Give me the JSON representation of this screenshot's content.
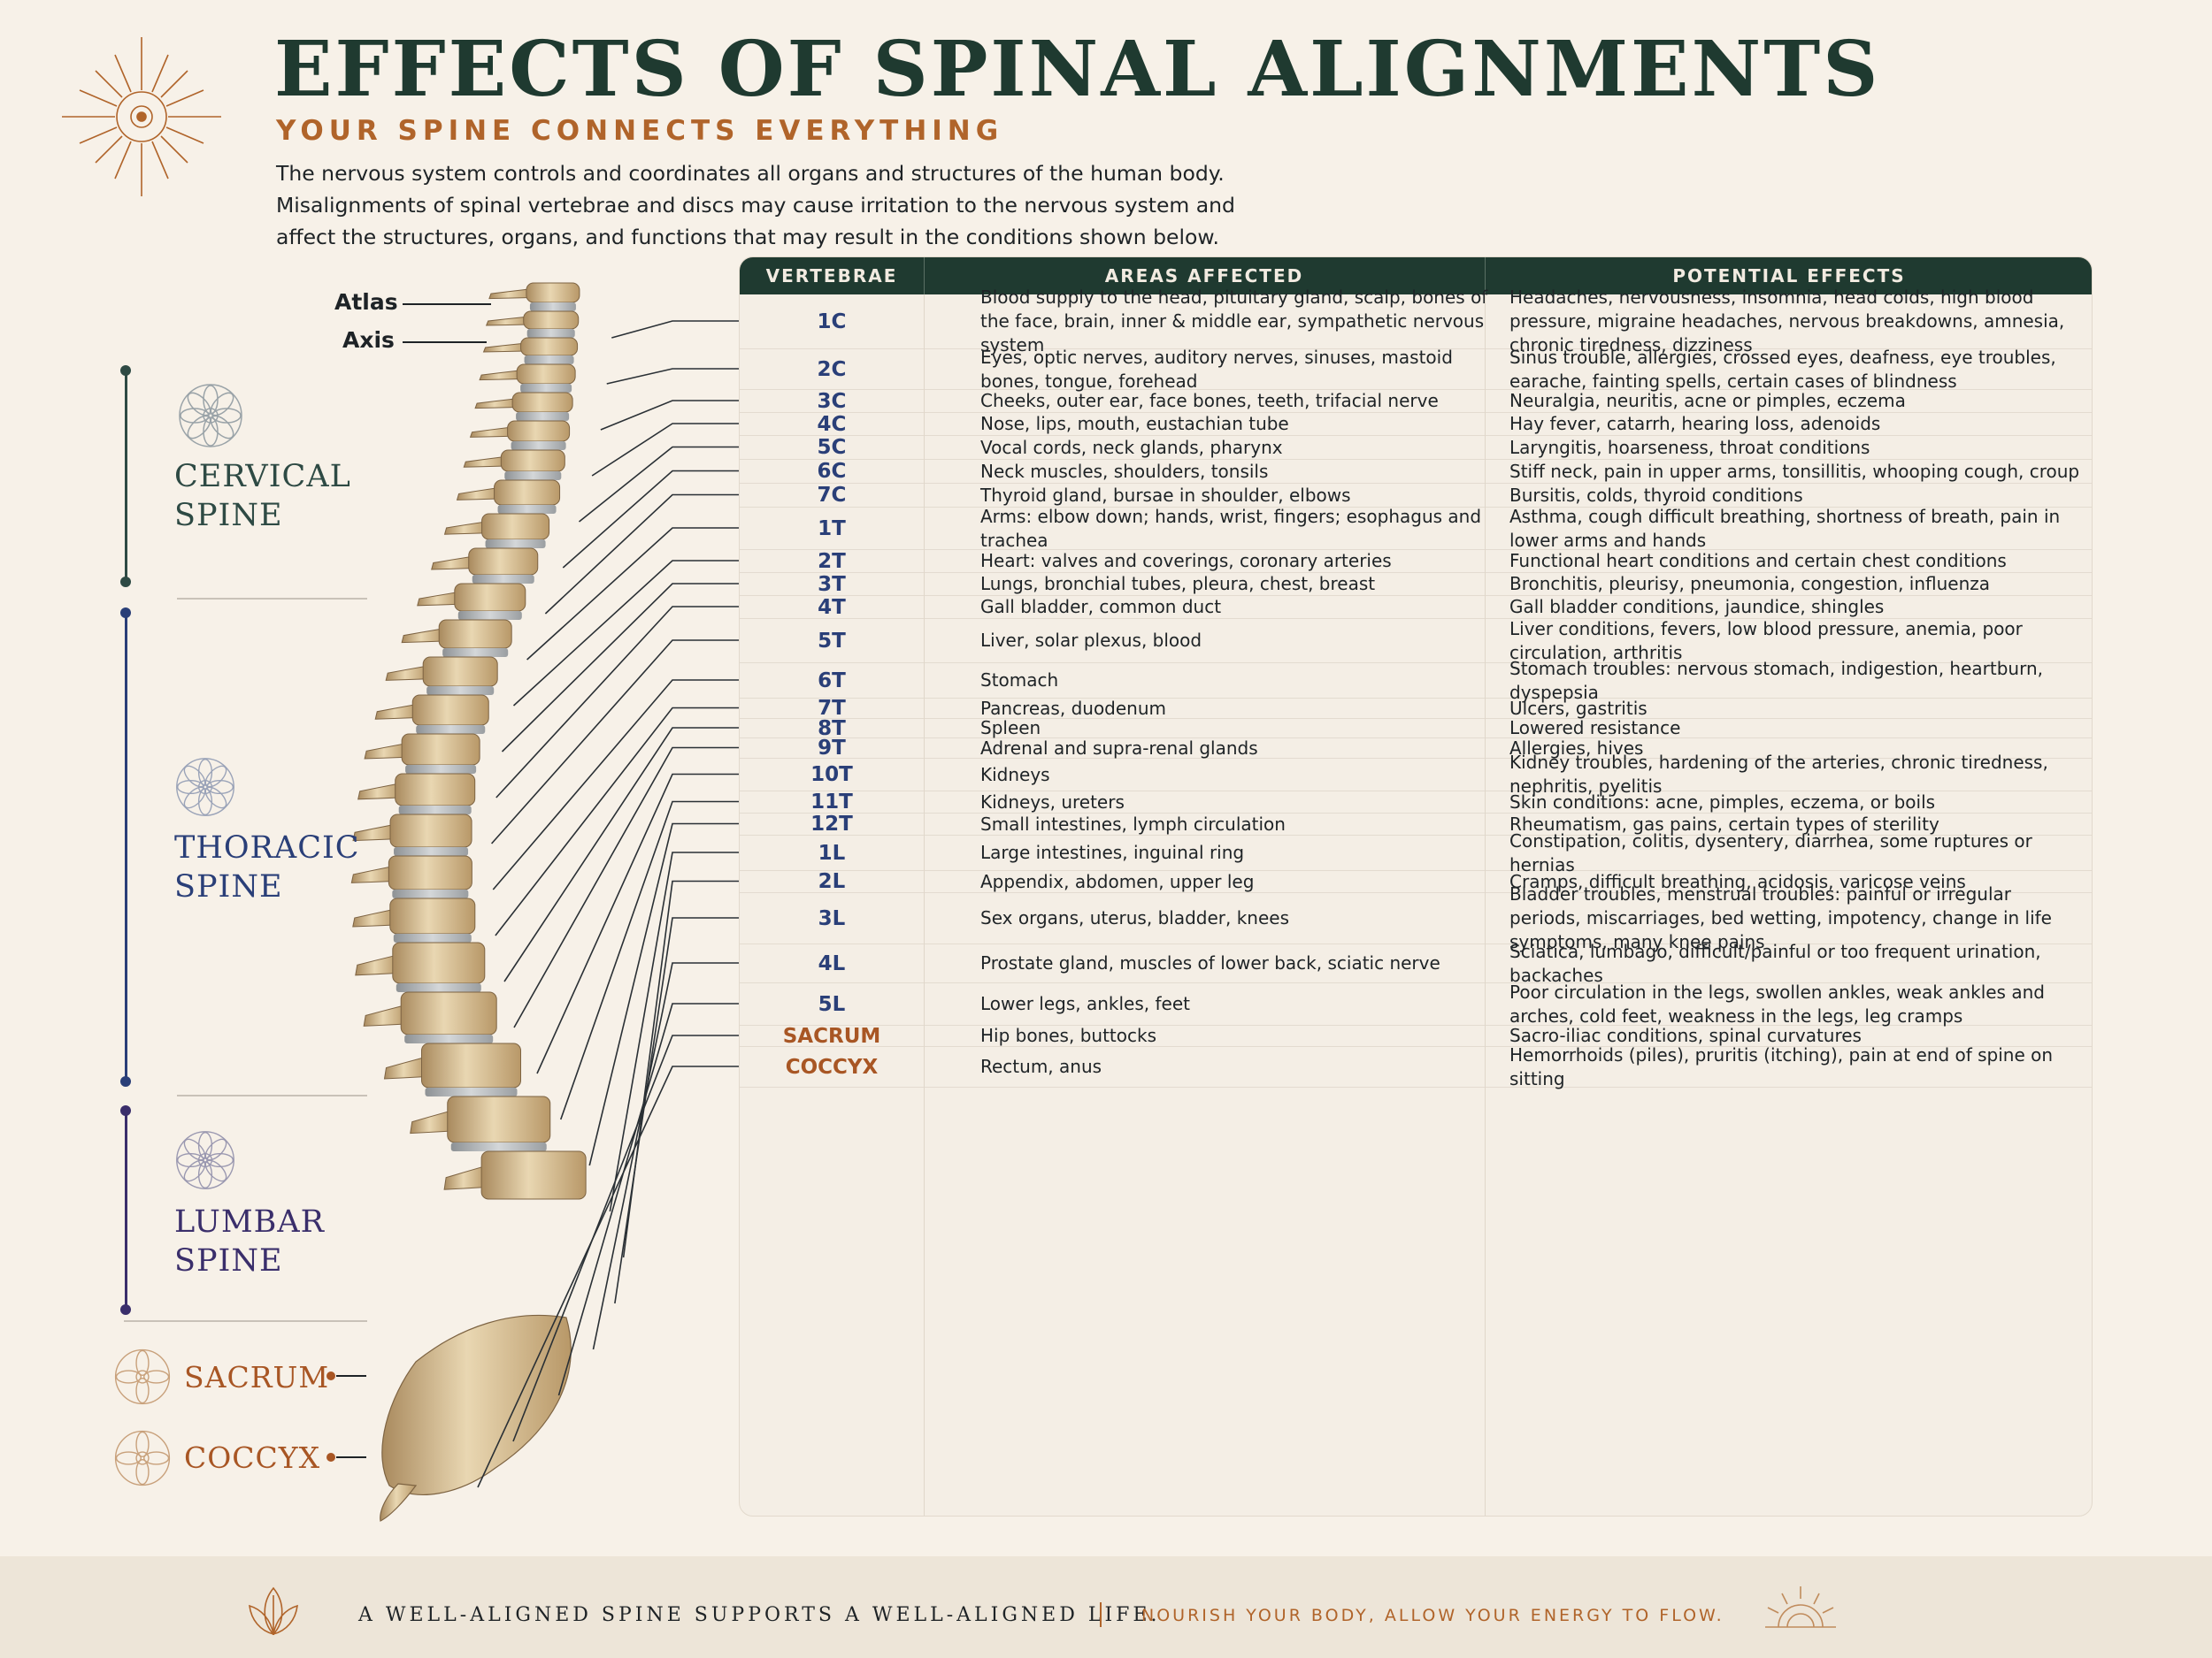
{
  "header": {
    "title": "EFFECTS OF SPINAL ALIGNMENTS",
    "subtitle": "YOUR SPINE CONNECTS EVERYTHING",
    "intro": "The nervous system controls and coordinates all organs and structures of the human body. Misalignments of spinal vertebrae and discs may cause irritation to the nervous system and affect the structures, organs, and functions that may result in the conditions shown below."
  },
  "callouts": {
    "atlas": "Atlas",
    "axis": "Axis"
  },
  "regions": {
    "cervical": {
      "line1": "CERVICAL",
      "line2": "SPINE",
      "color": "#2e4a44"
    },
    "thoracic": {
      "line1": "THORACIC",
      "line2": "SPINE",
      "color": "#2a3f78"
    },
    "lumbar": {
      "line1": "LUMBAR",
      "line2": "SPINE",
      "color": "#3a2e6b"
    },
    "sacrum": {
      "label": "SACRUM",
      "color": "#a85624"
    },
    "coccyx": {
      "label": "COCCYX",
      "color": "#a85624"
    }
  },
  "table": {
    "headers": {
      "vertebrae": "VERTEBRAE",
      "areas": "AREAS AFFECTED",
      "effects": "POTENTIAL EFFECTS"
    },
    "rows": [
      {
        "v": "1C",
        "areas": "Blood supply to the head, pituitary gland, scalp, bones of the face, brain, inner & middle ear, sympathetic nervous system",
        "effects": "Headaches, nervousness, insomnia, head colds, high blood pressure, migraine headaches, nervous breakdowns, amnesia, chronic tiredness, dizziness"
      },
      {
        "v": "2C",
        "areas": "Eyes, optic nerves, auditory nerves, sinuses, mastoid bones, tongue, forehead",
        "effects": "Sinus trouble, allergies, crossed eyes, deafness, eye troubles, earache, fainting spells, certain cases of blindness"
      },
      {
        "v": "3C",
        "areas": "Cheeks, outer ear, face bones, teeth, trifacial nerve",
        "effects": "Neuralgia, neuritis, acne or pimples, eczema"
      },
      {
        "v": "4C",
        "areas": "Nose, lips, mouth, eustachian tube",
        "effects": "Hay fever, catarrh, hearing loss, adenoids"
      },
      {
        "v": "5C",
        "areas": "Vocal cords, neck glands, pharynx",
        "effects": "Laryngitis, hoarseness, throat conditions"
      },
      {
        "v": "6C",
        "areas": "Neck muscles, shoulders, tonsils",
        "effects": "Stiff neck, pain in upper arms, tonsillitis, whooping cough, croup"
      },
      {
        "v": "7C",
        "areas": "Thyroid gland, bursae in shoulder, elbows",
        "effects": "Bursitis, colds, thyroid conditions"
      },
      {
        "v": "1T",
        "areas": "Arms: elbow down; hands, wrist, fingers; esophagus and trachea",
        "effects": "Asthma, cough difficult breathing, shortness of breath, pain in lower arms and hands"
      },
      {
        "v": "2T",
        "areas": "Heart: valves and coverings, coronary arteries",
        "effects": "Functional heart conditions and certain chest conditions"
      },
      {
        "v": "3T",
        "areas": "Lungs, bronchial tubes, pleura, chest, breast",
        "effects": "Bronchitis, pleurisy, pneumonia, congestion, influenza"
      },
      {
        "v": "4T",
        "areas": "Gall bladder, common duct",
        "effects": "Gall bladder conditions, jaundice, shingles"
      },
      {
        "v": "5T",
        "areas": "Liver, solar plexus, blood",
        "effects": "Liver conditions, fevers, low blood pressure, anemia, poor circulation, arthritis"
      },
      {
        "v": "6T",
        "areas": "Stomach",
        "effects": "Stomach troubles: nervous stomach, indigestion, heartburn, dyspepsia"
      },
      {
        "v": "7T",
        "areas": "Pancreas, duodenum",
        "effects": "Ulcers, gastritis"
      },
      {
        "v": "8T",
        "areas": "Spleen",
        "effects": "Lowered resistance"
      },
      {
        "v": "9T",
        "areas": "Adrenal and supra-renal glands",
        "effects": "Allergies, hives"
      },
      {
        "v": "10T",
        "areas": "Kidneys",
        "effects": "Kidney troubles, hardening of the arteries, chronic tiredness, nephritis, pyelitis"
      },
      {
        "v": "11T",
        "areas": "Kidneys, ureters",
        "effects": "Skin conditions: acne, pimples, eczema, or boils"
      },
      {
        "v": "12T",
        "areas": "Small intestines, lymph circulation",
        "effects": "Rheumatism, gas pains, certain types of sterility"
      },
      {
        "v": "1L",
        "areas": "Large intestines, inguinal ring",
        "effects": "Constipation, colitis, dysentery, diarrhea, some ruptures or hernias"
      },
      {
        "v": "2L",
        "areas": "Appendix, abdomen, upper leg",
        "effects": "Cramps, difficult breathing, acidosis, varicose veins"
      },
      {
        "v": "3L",
        "areas": "Sex organs, uterus, bladder, knees",
        "effects": "Bladder troubles, menstrual troubles: painful or irregular periods, miscarriages, bed wetting, impotency, change in life symptoms, many knee pains"
      },
      {
        "v": "4L",
        "areas": "Prostate gland, muscles of lower back, sciatic nerve",
        "effects": "Sciatica, lumbago, difficult/painful or too frequent urination, backaches"
      },
      {
        "v": "5L",
        "areas": "Lower legs, ankles, feet",
        "effects": "Poor circulation in the legs, swollen ankles, weak ankles and arches, cold feet, weakness in the legs, leg cramps"
      },
      {
        "v": "SACRUM",
        "areas": "Hip bones, buttocks",
        "effects": "Sacro-iliac conditions, spinal curvatures",
        "accent": "orange"
      },
      {
        "v": "COCCYX",
        "areas": "Rectum, anus",
        "effects": "Hemorrhoids (piles), pruritis (itching), pain at end of spine on sitting",
        "accent": "orange"
      }
    ]
  },
  "footer": {
    "left": "A WELL-ALIGNED SPINE SUPPORTS A WELL-ALIGNED LIFE.",
    "right": "NOURISH YOUR BODY, ALLOW YOUR ENERGY TO FLOW."
  },
  "icons": {
    "logo": "sun-burst-icon",
    "region": "mandala-flower-icon",
    "footer_left": "lotus-leaf-icon",
    "footer_right": "rising-sun-icon"
  }
}
